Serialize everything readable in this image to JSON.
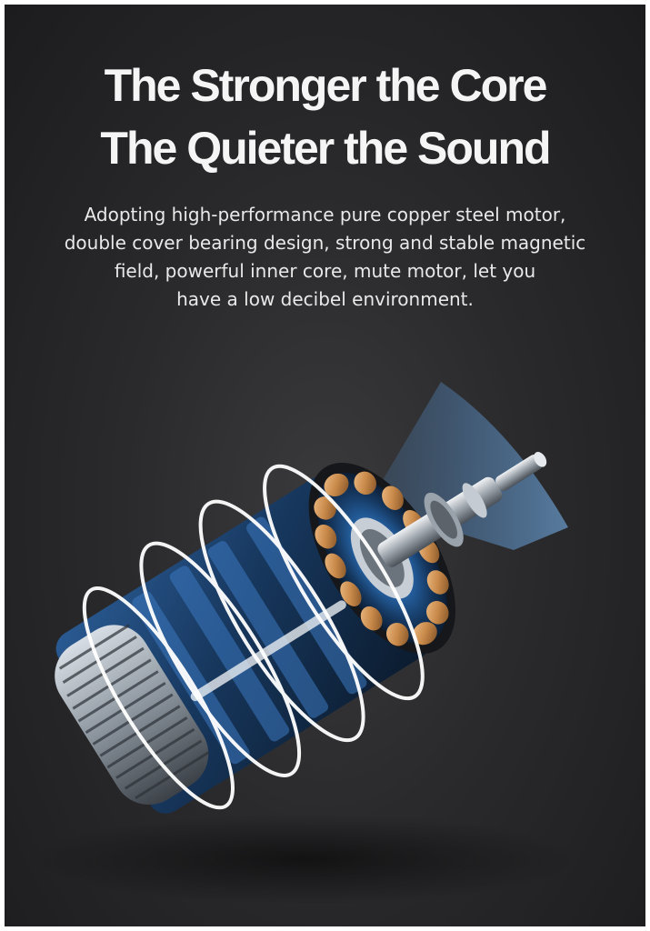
{
  "headline": {
    "line1": "The Stronger the Core",
    "line2": "The Quieter the Sound"
  },
  "description": {
    "lines": [
      "Adopting high-performance pure copper steel motor,",
      "double cover bearing design, strong and stable magnetic",
      "field, powerful inner core, mute motor, let you",
      "have a low decibel environment."
    ]
  },
  "colors": {
    "background": "#2a2a2c",
    "text": "#f5f5f5",
    "accent_blue": "#4d8fd6",
    "copper": "#c98a4a"
  },
  "image": {
    "subject": "motor-illustration"
  }
}
